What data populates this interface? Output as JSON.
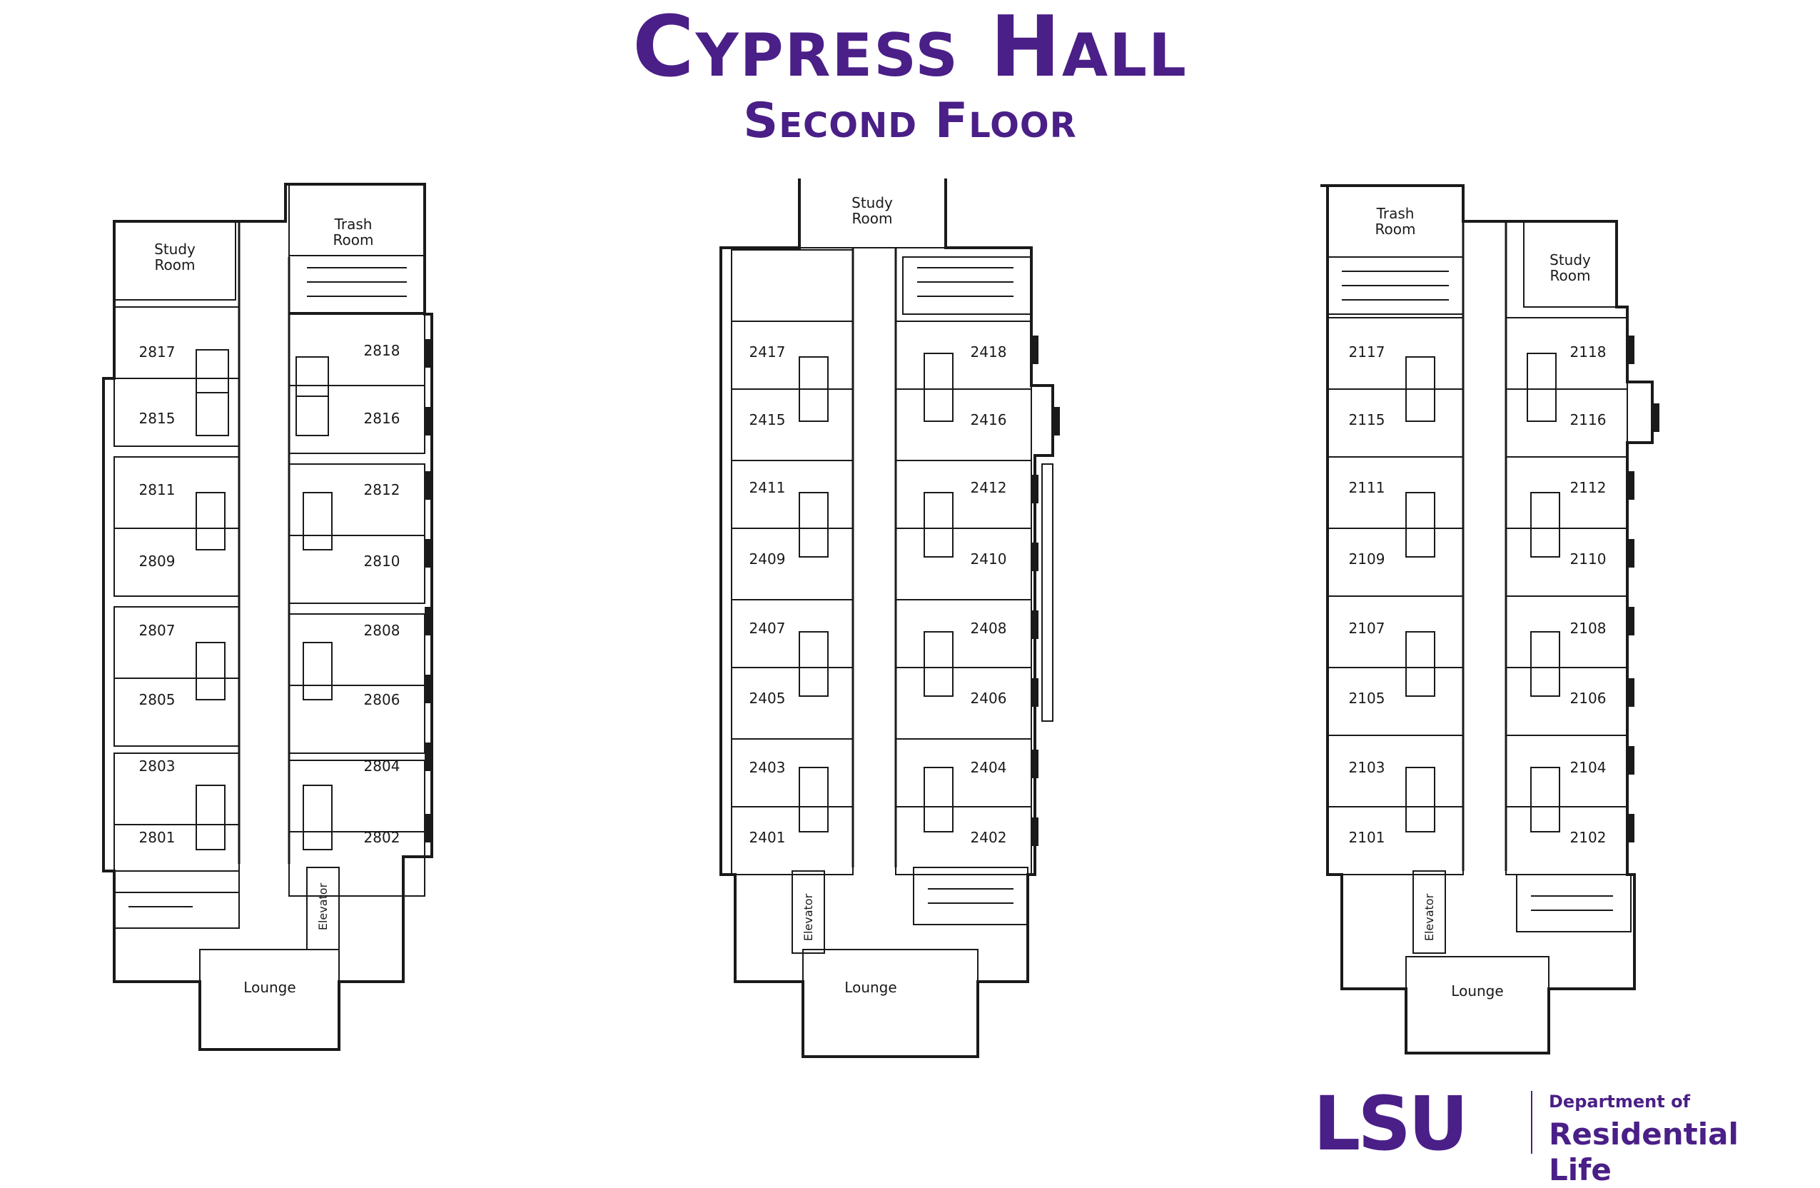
{
  "header": {
    "title": "Cypress Hall",
    "subtitle": "Second Floor"
  },
  "wings": [
    {
      "rooms_left": [
        "2817",
        "2815",
        "2811",
        "2809",
        "2807",
        "2805",
        "2803",
        "2801"
      ],
      "rooms_right": [
        "2818",
        "2816",
        "2812",
        "2810",
        "2808",
        "2806",
        "2804",
        "2802"
      ],
      "study": "Study Room",
      "trash": "Trash Room",
      "elevator": "Elevator",
      "lounge": "Lounge"
    },
    {
      "rooms_left": [
        "2417",
        "2415",
        "2411",
        "2409",
        "2407",
        "2405",
        "2403",
        "2401"
      ],
      "rooms_right": [
        "2418",
        "2416",
        "2412",
        "2410",
        "2408",
        "2406",
        "2404",
        "2402"
      ],
      "study": "Study Room",
      "elevator": "Elevator",
      "lounge": "Lounge"
    },
    {
      "rooms_left": [
        "2117",
        "2115",
        "2111",
        "2109",
        "2107",
        "2105",
        "2103",
        "2101"
      ],
      "rooms_right": [
        "2118",
        "2116",
        "2112",
        "2110",
        "2108",
        "2106",
        "2104",
        "2102"
      ],
      "study": "Study Room",
      "trash": "Trash Room",
      "elevator": "Elevator",
      "lounge": "Lounge"
    }
  ],
  "logo": {
    "mark": "LSU",
    "line1": "Department of",
    "line2": "Residential Life"
  },
  "colors": {
    "brand_purple": "#4a1f87",
    "line": "#1a1a1a"
  }
}
